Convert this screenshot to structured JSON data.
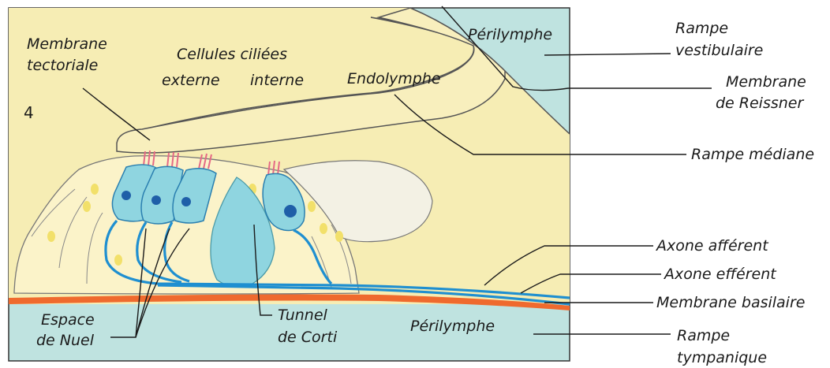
{
  "figure_number": "4",
  "labels": {
    "membrane_tectoriale": [
      "Membrane",
      "tectoriale"
    ],
    "cellules_ciliees": "Cellules ciliées",
    "externe": "externe",
    "interne": "interne",
    "endolymphe": "Endolymphe",
    "perilymphe_top": "Périlymphe",
    "rampe_vestibulaire": [
      "Rampe",
      "vestibulaire"
    ],
    "membrane_reissner": [
      "Membrane",
      "de Reissner"
    ],
    "rampe_mediane": "Rampe médiane",
    "axone_afferent": "Axone afférent",
    "axone_efferent": "Axone efférent",
    "membrane_basilaire": "Membrane basilaire",
    "rampe_tympanique": [
      "Rampe",
      "tympanique"
    ],
    "espace_nuel": [
      "Espace",
      "de Nuel"
    ],
    "tunnel_corti": [
      "Tunnel",
      "de Corti"
    ],
    "perilymphe_bottom": "Périlymphe"
  },
  "colors": {
    "perilymph": "#bfe3e0",
    "endolymph": "#f6edb4",
    "organ_corti": "#fbf3c9",
    "tectorial": "#f8efbd",
    "cell_fill": "#8fd5e0",
    "nucleus": "#1f5fa8",
    "nerve": "#1f8fd0",
    "basilar": "#ef6a2e",
    "stereocilia": "#e56a86",
    "granule": "#f2e06a"
  }
}
